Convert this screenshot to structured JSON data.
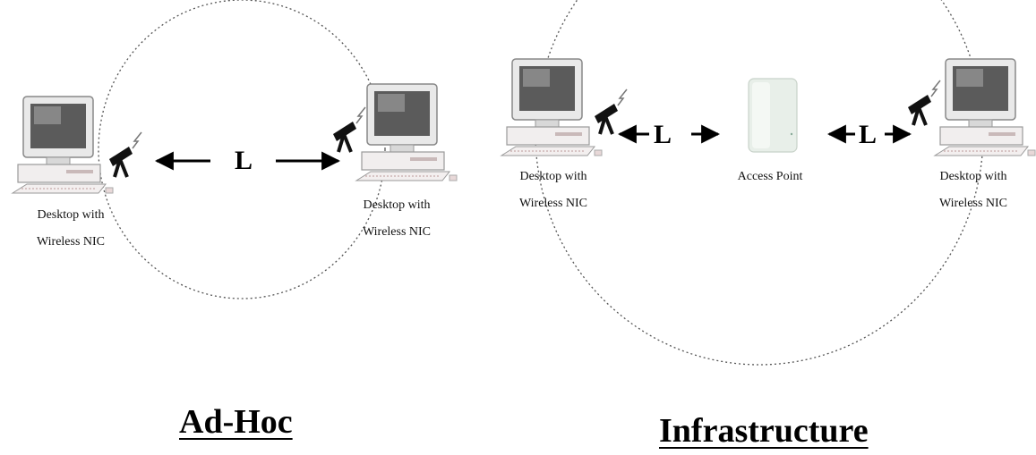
{
  "adhoc": {
    "left_node": {
      "line1": "Desktop with",
      "line2": "Wireless NIC"
    },
    "right_node": {
      "line1": "Desktop with",
      "line2": "Wireless NIC"
    },
    "distance_label": "L",
    "title": "Ad-Hoc"
  },
  "infrastructure": {
    "left_node": {
      "line1": "Desktop with",
      "line2": "Wireless NIC"
    },
    "access_point": {
      "label": "Access Point"
    },
    "right_node": {
      "line1": "Desktop with",
      "line2": "Wireless NIC"
    },
    "distance_label_left": "L",
    "distance_label_right": "L",
    "title": "Infrastructure"
  },
  "icons": [
    "desktop-computer-icon",
    "antenna-icon",
    "lightning-signal-icon",
    "access-point-icon"
  ]
}
